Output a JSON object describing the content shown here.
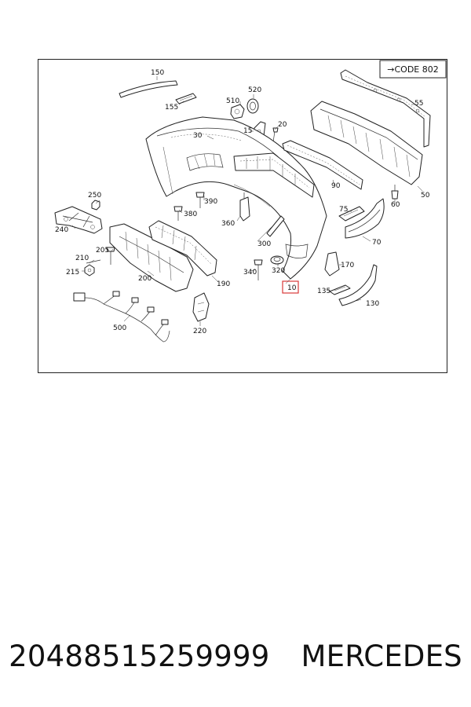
{
  "code_badge": "→CODE 802",
  "highlight_color": "#d93a3a",
  "labels": {
    "l150": "150",
    "l155": "155",
    "l520": "520",
    "l510": "510",
    "l15": "15",
    "l20": "20",
    "l30": "30",
    "l55": "55",
    "l90": "90",
    "l50": "50",
    "l60": "60",
    "l250": "250",
    "l390": "390",
    "l380": "380",
    "l240": "240",
    "l300": "300",
    "l360": "360",
    "l75": "75",
    "l70": "70",
    "l205": "205",
    "l210": "210",
    "l215": "215",
    "l200": "200",
    "l190": "190",
    "l340": "340",
    "l320": "320",
    "l170": "170",
    "l10": "10",
    "l135": "135",
    "l130": "130",
    "l500": "500",
    "l220": "220"
  },
  "caption": {
    "part_number": "20488515259999",
    "brand": "MERCEDES"
  }
}
